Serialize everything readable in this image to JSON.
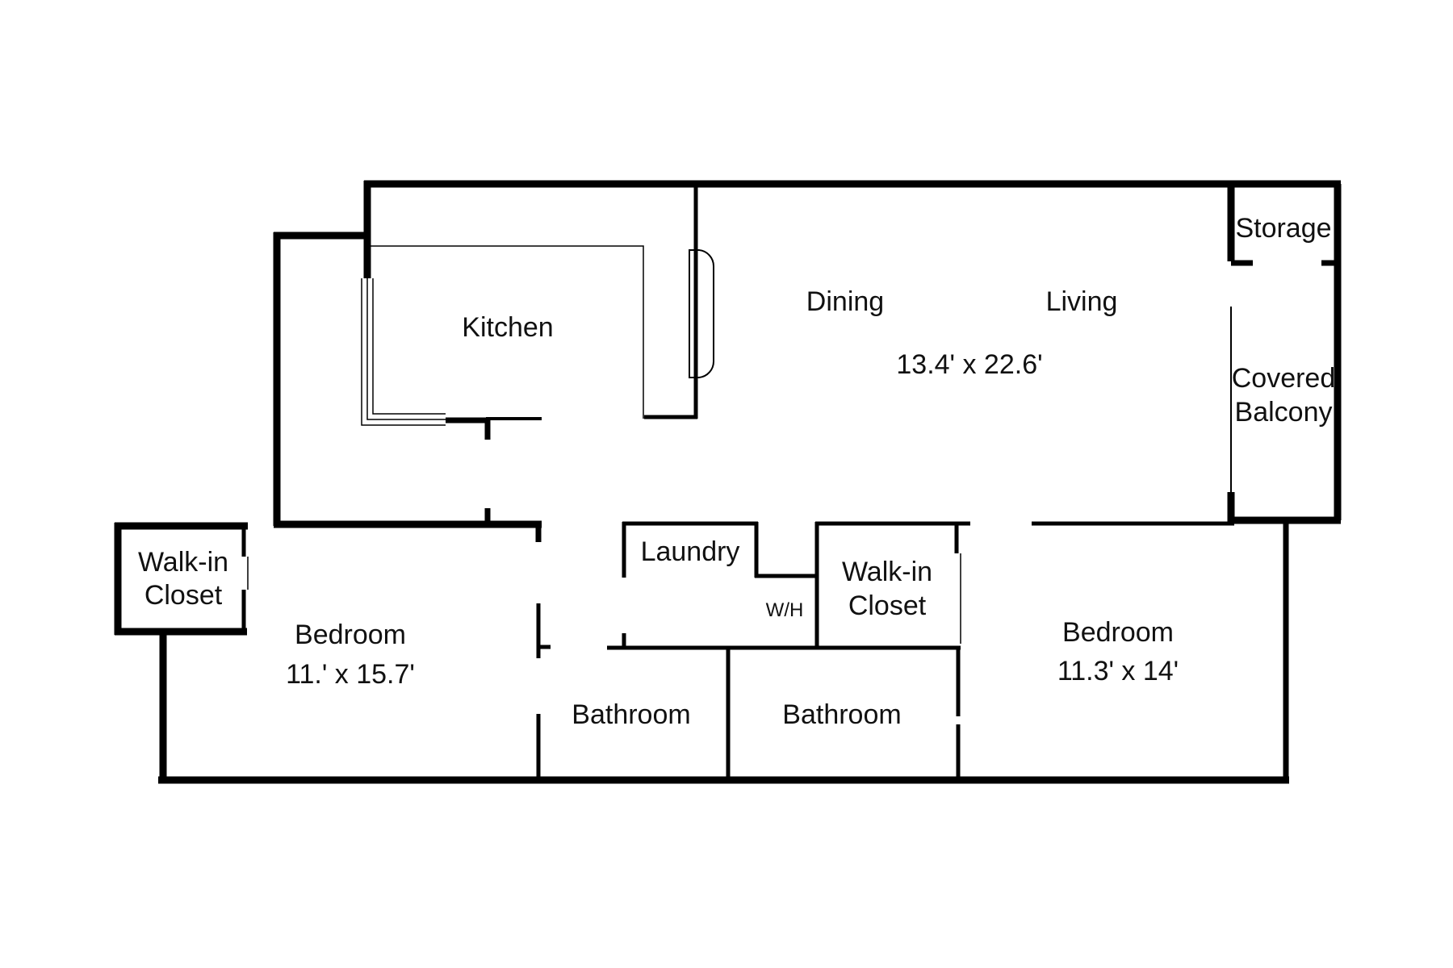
{
  "rooms": {
    "kitchen": {
      "name": "Kitchen"
    },
    "dining": {
      "name": "Dining"
    },
    "living": {
      "name": "Living",
      "dimensions": "13.4' x 22.6'"
    },
    "storage": {
      "name": "Storage"
    },
    "covered_balcony": {
      "line1": "Covered",
      "line2": "Balcony"
    },
    "walkin_closet_left": {
      "line1": "Walk-in",
      "line2": "Closet"
    },
    "bedroom_left": {
      "name": "Bedroom",
      "dimensions": "11.' x 15.7'"
    },
    "laundry": {
      "name": "Laundry"
    },
    "water_heater": {
      "name": "W/H"
    },
    "walkin_closet_center": {
      "line1": "Walk-in",
      "line2": "Closet"
    },
    "bedroom_right": {
      "name": "Bedroom",
      "dimensions": "11.3' x 14'"
    },
    "bathroom_left": {
      "name": "Bathroom"
    },
    "bathroom_center": {
      "name": "Bathroom"
    }
  }
}
